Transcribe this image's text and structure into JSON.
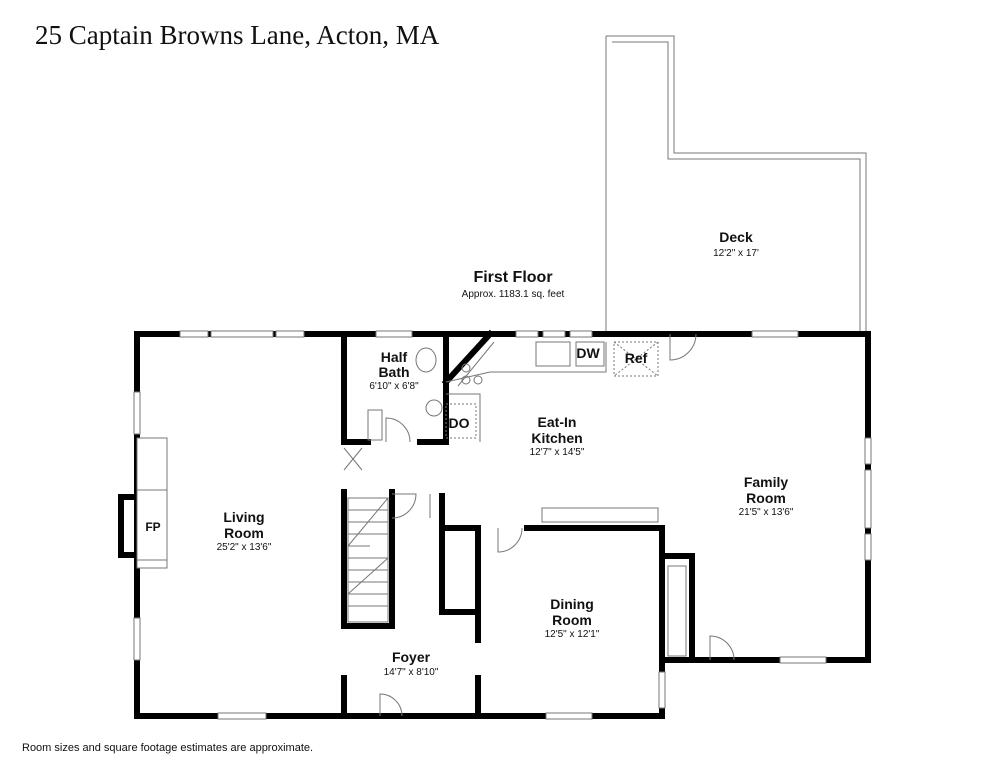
{
  "title": "25 Captain Browns Lane, Acton, MA",
  "floor": {
    "name": "First Floor",
    "area": "Approx. 1183.1 sq. feet"
  },
  "rooms": {
    "deck": {
      "name": "Deck",
      "dims": "12'2\" x 17'"
    },
    "half_bath": {
      "name_line1": "Half",
      "name_line2": "Bath",
      "dims": "6'10\" x 6'8\""
    },
    "kitchen": {
      "name_line1": "Eat-In",
      "name_line2": "Kitchen",
      "dims": "12'7\" x 14'5\""
    },
    "family": {
      "name_line1": "Family",
      "name_line2": "Room",
      "dims": "21'5\" x 13'6\""
    },
    "living": {
      "name_line1": "Living",
      "name_line2": "Room",
      "dims": "25'2\" x 13'6\""
    },
    "dining": {
      "name_line1": "Dining",
      "name_line2": "Room",
      "dims": "12'5\" x 12'1\""
    },
    "foyer": {
      "name": "Foyer",
      "dims": "14'7\" x 8'10\""
    }
  },
  "fixtures": {
    "dw": "DW",
    "ref": "Ref",
    "do": "DO",
    "fp": "FP"
  },
  "footnote": "Room sizes and square footage estimates are approximate."
}
